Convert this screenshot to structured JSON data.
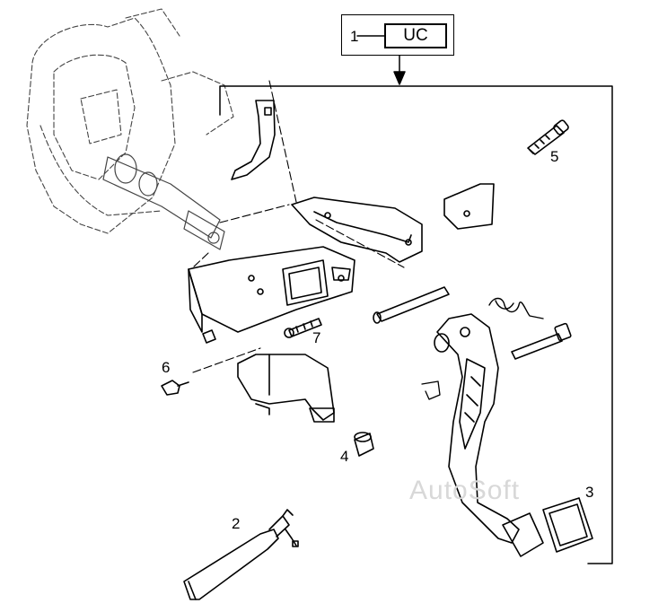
{
  "header": {
    "group_number": "1",
    "group_code": "UC"
  },
  "callouts": [
    {
      "id": "2",
      "label": "2"
    },
    {
      "id": "3",
      "label": "3"
    },
    {
      "id": "4",
      "label": "4"
    },
    {
      "id": "5",
      "label": "5"
    },
    {
      "id": "6",
      "label": "6"
    },
    {
      "id": "7",
      "label": "7"
    }
  ],
  "parts": [
    {
      "callout": "1",
      "icon": "pedal-assembly-icon"
    },
    {
      "callout": "2",
      "icon": "stop-lamp-switch-icon"
    },
    {
      "callout": "3",
      "icon": "pedal-pad-icon"
    },
    {
      "callout": "4",
      "icon": "bump-stop-icon"
    },
    {
      "callout": "5",
      "icon": "bolt-icon"
    },
    {
      "callout": "6",
      "icon": "nut-icon"
    },
    {
      "callout": "7",
      "icon": "screw-icon"
    }
  ],
  "watermark": "AutoSoft",
  "colors": {
    "line": "#000000",
    "ghost": "#555555",
    "paper": "#ffffff"
  }
}
